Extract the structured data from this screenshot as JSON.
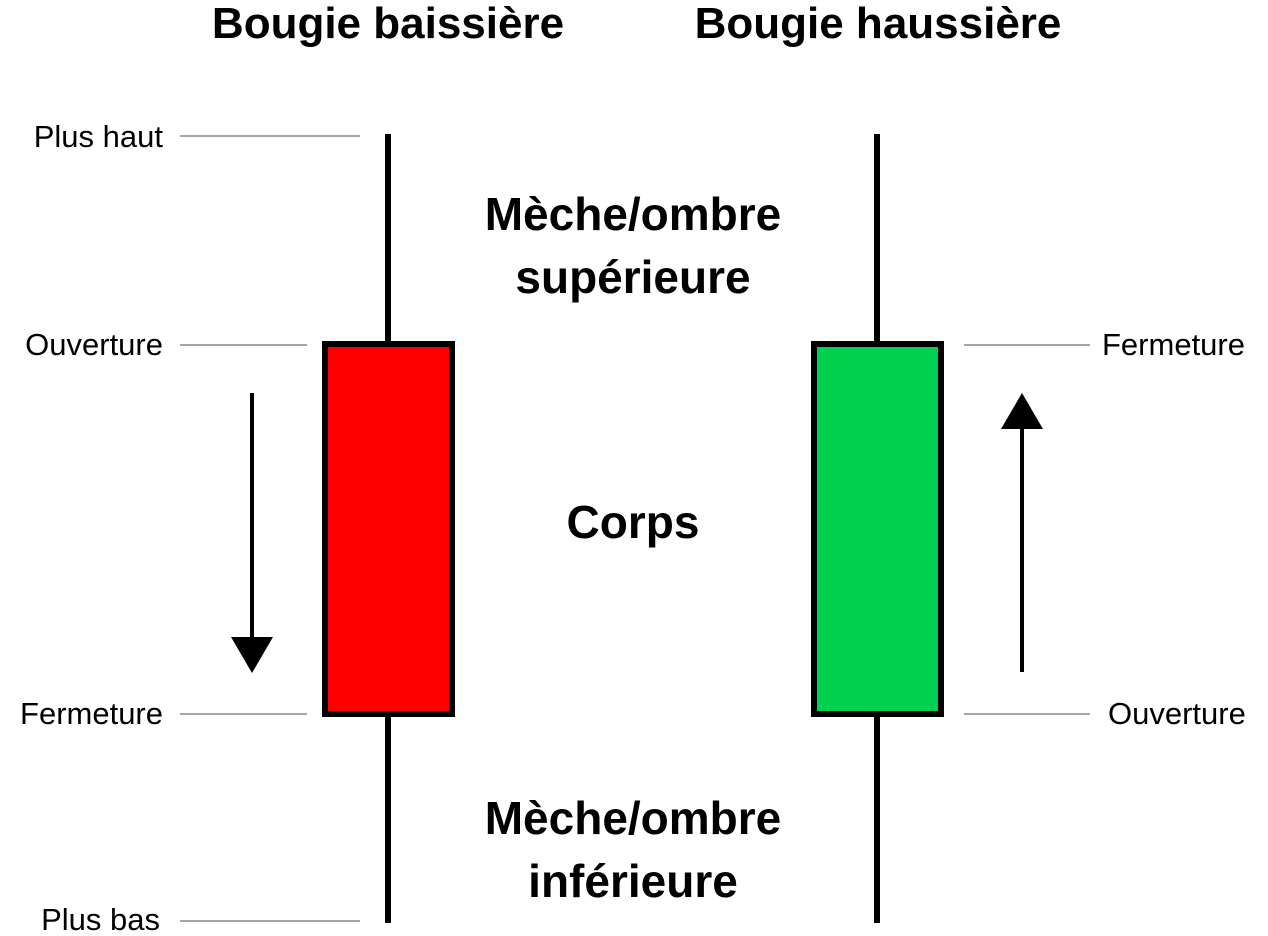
{
  "titles": {
    "bearish": "Bougie baissière",
    "bullish": "Bougie haussière"
  },
  "parts": {
    "upper_wick_line1": "Mèche/ombre",
    "upper_wick_line2": "supérieure",
    "body": "Corps",
    "lower_wick_line1": "Mèche/ombre",
    "lower_wick_line2": "inférieure"
  },
  "bearish_labels": {
    "high": "Plus haut",
    "open": "Ouverture",
    "close": "Fermeture",
    "low": "Plus bas"
  },
  "bullish_labels": {
    "close": "Fermeture",
    "open": "Ouverture"
  },
  "colors": {
    "bearish_body": "#ff0000",
    "bullish_body": "#00d050",
    "outline": "#000000",
    "guide_line": "#a6a6a6"
  },
  "icons": {
    "bearish_direction": "arrow-down-icon",
    "bullish_direction": "arrow-up-icon"
  }
}
